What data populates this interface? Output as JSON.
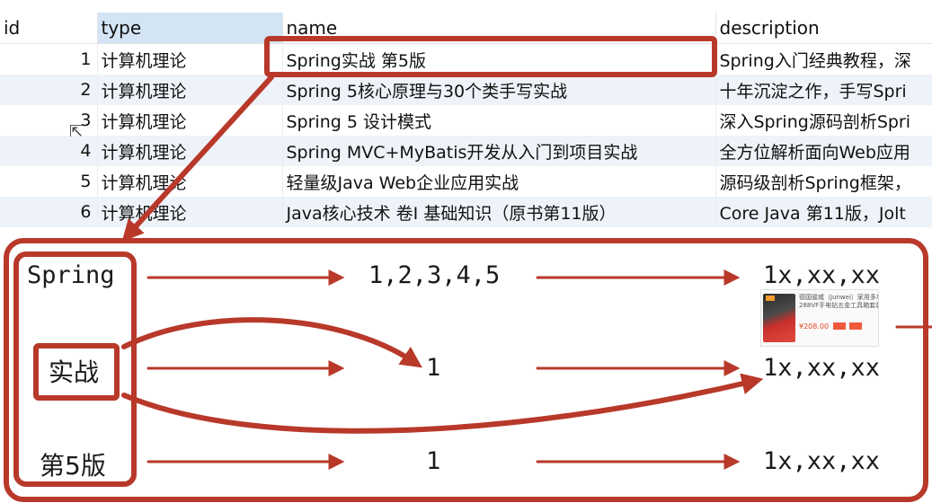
{
  "table": {
    "columns": [
      "id",
      "type",
      "name",
      "description"
    ],
    "rows": [
      {
        "id": "1",
        "type": "计算机理论",
        "name": "Spring实战 第5版",
        "description": "Spring入门经典教程，深"
      },
      {
        "id": "2",
        "type": "计算机理论",
        "name": "Spring 5核心原理与30个类手写实战",
        "description": "十年沉淀之作，手写Spri"
      },
      {
        "id": "3",
        "type": "计算机理论",
        "name": "Spring 5 设计模式",
        "description": "深入Spring源码剖析Spri"
      },
      {
        "id": "4",
        "type": "计算机理论",
        "name": "Spring MVC+MyBatis开发从入门到项目实战",
        "description": "全方位解析面向Web应用"
      },
      {
        "id": "5",
        "type": "计算机理论",
        "name": "轻量级Java Web企业应用实战",
        "description": "源码级剖析Spring框架，"
      },
      {
        "id": "6",
        "type": "计算机理论",
        "name": "Java核心技术 卷I 基础知识（原书第11版）",
        "description": "Core Java 第11版，Jolt"
      }
    ]
  },
  "index": {
    "terms": [
      {
        "term": "Spring",
        "ids": "1,2,3,4,5",
        "positions": "1x,xx,xx"
      },
      {
        "term": "实战",
        "ids": "1",
        "positions": "1x,xx,xx"
      },
      {
        "term": "第5版",
        "ids": "1",
        "positions": "1x,xx,xx"
      }
    ]
  },
  "product_card": {
    "title_1": "德国骏威（Junwei）家用多功能",
    "title_2": "288VF手电钻五金工具箱套装",
    "price": "¥208.00"
  },
  "colors": {
    "annotation": "#b8392a",
    "header_selected": "#d3e4f5",
    "row_alt": "#eef3f9"
  }
}
